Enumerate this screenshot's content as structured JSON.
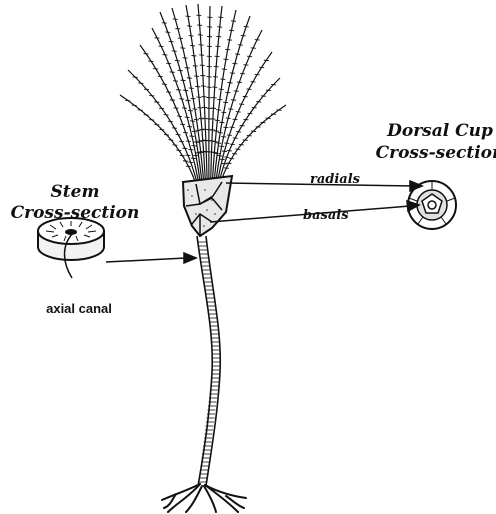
{
  "labels": {
    "dorsal_cup_title_line1": "Dorsal Cup",
    "dorsal_cup_title_line2": "Cross-section",
    "stem_title_line1": "Stem",
    "stem_title_line2": "Cross-section",
    "radials": "radials",
    "basals": "basals",
    "axial_canal": "axial canal"
  },
  "colors": {
    "ink": "#111111",
    "background": "#ffffff",
    "cup_fill": "#e8e8e8"
  }
}
